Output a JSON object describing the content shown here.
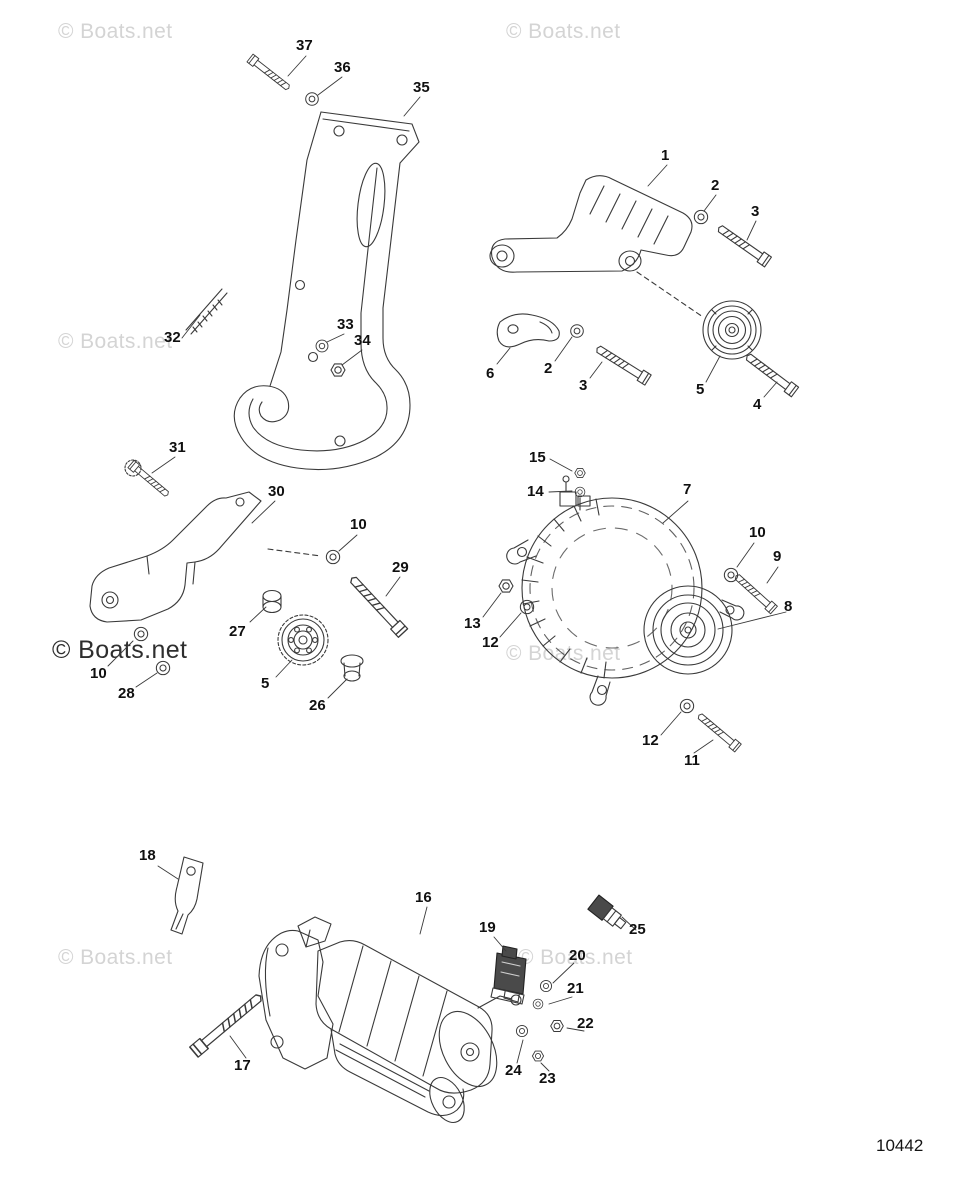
{
  "page": {
    "watermark_text": "© Boats.net",
    "diagram_number": "10442"
  },
  "callouts": [
    {
      "label": "37"
    },
    {
      "label": "36"
    },
    {
      "label": "35"
    },
    {
      "label": "1"
    },
    {
      "label": "2"
    },
    {
      "label": "3"
    },
    {
      "label": "32"
    },
    {
      "label": "33"
    },
    {
      "label": "34"
    },
    {
      "label": "6"
    },
    {
      "label": "2"
    },
    {
      "label": "3"
    },
    {
      "label": "5"
    },
    {
      "label": "4"
    },
    {
      "label": "31"
    },
    {
      "label": "30"
    },
    {
      "label": "10"
    },
    {
      "label": "29"
    },
    {
      "label": "27"
    },
    {
      "label": "5"
    },
    {
      "label": "26"
    },
    {
      "label": "10"
    },
    {
      "label": "28"
    },
    {
      "label": "15"
    },
    {
      "label": "14"
    },
    {
      "label": "7"
    },
    {
      "label": "10"
    },
    {
      "label": "9"
    },
    {
      "label": "8"
    },
    {
      "label": "13"
    },
    {
      "label": "12"
    },
    {
      "label": "12"
    },
    {
      "label": "11"
    },
    {
      "label": "18"
    },
    {
      "label": "16"
    },
    {
      "label": "19"
    },
    {
      "label": "25"
    },
    {
      "label": "20"
    },
    {
      "label": "21"
    },
    {
      "label": "22"
    },
    {
      "label": "24"
    },
    {
      "label": "23"
    },
    {
      "label": "17"
    }
  ]
}
